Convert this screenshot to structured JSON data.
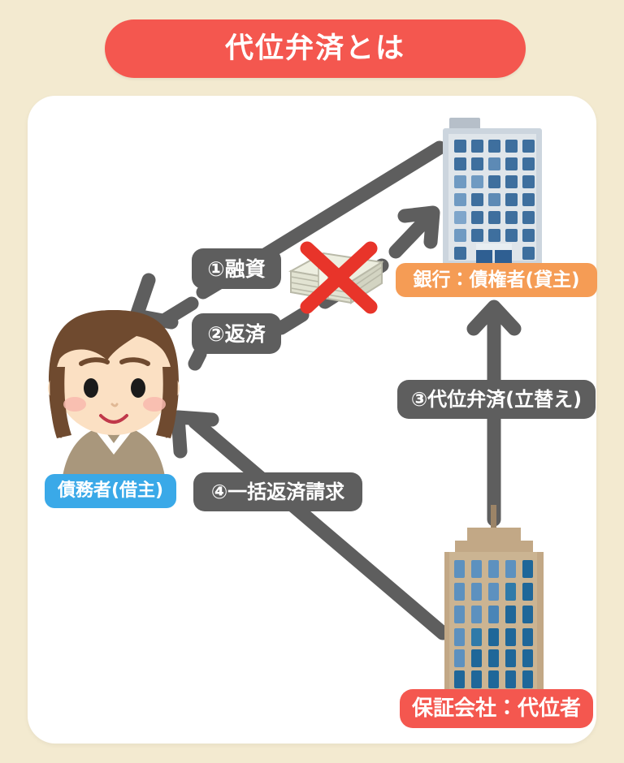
{
  "page": {
    "title": "代位弁済とは",
    "background_color": "#f3ead0",
    "card_color": "#ffffff"
  },
  "colors": {
    "title_badge": "#f4574f",
    "arrow_gray": "#5e5e5e",
    "label_gray": "#5e5e5e",
    "bank_badge_orange": "#f59c55",
    "debtor_badge_blue": "#3aa9e8",
    "guarantor_badge_red": "#f4574f",
    "cross_red": "#e8342a",
    "bank_building": "#ccd5de",
    "guarantor_building": "#c2a886"
  },
  "actors": [
    {
      "id": "debtor",
      "label": "債務者(借主)",
      "badge_color": "#3aa9e8",
      "icon": "woman-avatar-icon"
    },
    {
      "id": "bank",
      "label": "銀行：債権者(貸主)",
      "badge_color": "#f59c55",
      "icon": "bank-building-icon"
    },
    {
      "id": "guarantor",
      "label": "保証会社：代位者",
      "badge_color": "#f4574f",
      "icon": "guarantee-company-building-icon"
    }
  ],
  "flows": [
    {
      "number": "①",
      "label": "①融資",
      "from": "bank",
      "to": "debtor",
      "blocked": false
    },
    {
      "number": "②",
      "label": "②返済",
      "from": "debtor",
      "to": "bank",
      "blocked": true,
      "blocked_marker": "red-cross-over-money"
    },
    {
      "number": "③",
      "label": "③代位弁済(立替え)",
      "from": "guarantor",
      "to": "bank",
      "blocked": false
    },
    {
      "number": "④",
      "label": "④一括返済請求",
      "from": "guarantor",
      "to": "debtor",
      "blocked": false
    }
  ],
  "markers": {
    "money_stack": "money-bundle-icon",
    "cross": "red-x-cross-icon"
  }
}
